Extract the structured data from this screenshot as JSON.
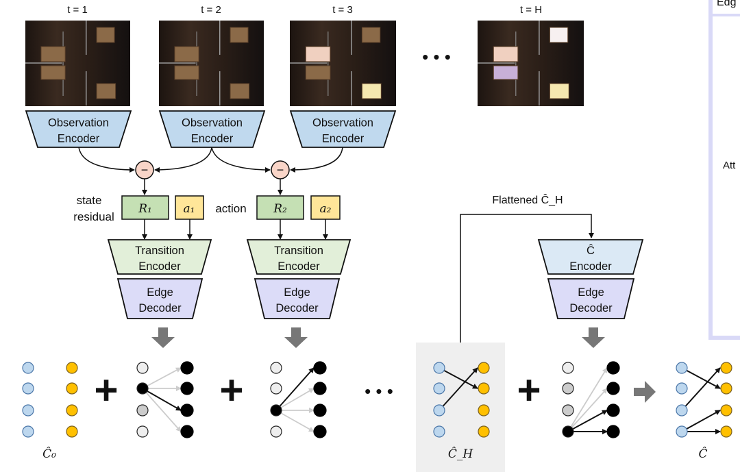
{
  "timesteps": [
    "t = 1",
    "t = 2",
    "t = 3",
    "t = H"
  ],
  "ellipsis": "• • •",
  "observation_encoder": [
    "Observation",
    "Encoder"
  ],
  "minus_symbol": "−",
  "state_residual": [
    "state",
    "residual"
  ],
  "action_label": "action",
  "residuals": [
    "R₁",
    "R₂"
  ],
  "actions": [
    "a₁",
    "a₂"
  ],
  "transition_encoder": [
    "Transition",
    "Encoder"
  ],
  "edge_decoder": [
    "Edge",
    "Decoder"
  ],
  "chat_encoder": [
    "Ĉ",
    "Encoder"
  ],
  "flattened_label": "Flattened Ĉ_H",
  "right_panel": {
    "title_partial": "Edg",
    "side_label_partial": "Att"
  },
  "graph_labels": {
    "c0": "Ĉ₀",
    "ch": "Ĉ_H",
    "c": "Ĉ"
  },
  "plus": "+",
  "colors": {
    "observation": "#c0d9ee",
    "residual": "#c5e0b4",
    "action": "#ffe699",
    "transition": "#e2efd9",
    "edge_decoder": "#dcdcf8",
    "chat_encoder": "#dbe9f5",
    "minus": "#f9d5c8",
    "node_blue": "#bdd7ee",
    "node_orange": "#ffc000",
    "panel_border": "#d9d9f7",
    "ch_background": "#efefef"
  },
  "graphs": [
    {
      "id": "c0",
      "left": [
        "blue",
        "blue",
        "blue",
        "blue"
      ],
      "right": [
        "orange",
        "orange",
        "orange",
        "orange"
      ],
      "edges": []
    },
    {
      "id": "step1",
      "left": [
        "#eeeeee",
        "#000000",
        "#cccccc",
        "#eeeeee"
      ],
      "right": [
        "black",
        "black",
        "black",
        "black"
      ],
      "edges": [
        [
          1,
          0,
          "light"
        ],
        [
          1,
          1,
          "light"
        ],
        [
          1,
          2,
          "dark"
        ],
        [
          1,
          3,
          "light"
        ]
      ]
    },
    {
      "id": "step2",
      "left": [
        "#eeeeee",
        "#eeeeee",
        "#000000",
        "#eeeeee"
      ],
      "right": [
        "black",
        "black",
        "black",
        "black"
      ],
      "edges": [
        [
          2,
          0,
          "dark"
        ],
        [
          2,
          1,
          "light"
        ],
        [
          2,
          2,
          "light"
        ],
        [
          2,
          3,
          "light"
        ]
      ]
    },
    {
      "id": "ch",
      "left": [
        "blue",
        "blue",
        "blue",
        "blue"
      ],
      "right": [
        "orange",
        "orange",
        "orange",
        "orange"
      ],
      "edges": [
        [
          0,
          1,
          "dark"
        ],
        [
          2,
          0,
          "dark"
        ]
      ]
    },
    {
      "id": "stepH",
      "left": [
        "#eeeeee",
        "#cccccc",
        "#cccccc",
        "#000000"
      ],
      "right": [
        "black",
        "black",
        "black",
        "black"
      ],
      "edges": [
        [
          3,
          0,
          "light"
        ],
        [
          3,
          1,
          "light"
        ],
        [
          3,
          2,
          "dark"
        ],
        [
          3,
          3,
          "dark"
        ]
      ]
    },
    {
      "id": "c",
      "left": [
        "blue",
        "blue",
        "blue",
        "blue"
      ],
      "right": [
        "orange",
        "orange",
        "orange",
        "orange"
      ],
      "edges": [
        [
          0,
          1,
          "dark"
        ],
        [
          2,
          0,
          "dark"
        ],
        [
          3,
          2,
          "dark"
        ],
        [
          3,
          3,
          "dark"
        ]
      ]
    }
  ]
}
